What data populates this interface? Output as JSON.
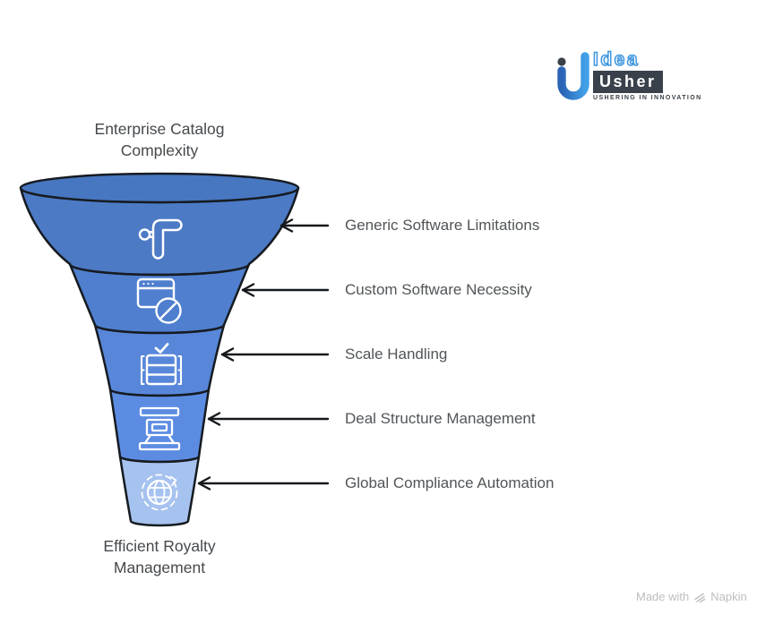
{
  "title": {
    "line1": "Enterprise Catalog",
    "line2": "Complexity"
  },
  "bottom_label": {
    "line1": "Efficient Royalty",
    "line2": "Management"
  },
  "funnel": {
    "outline_color": "#161b21",
    "top_color": "#4877c1",
    "segments": [
      {
        "label": "Generic Software Limitations",
        "icon": "elbow-arrow-icon",
        "color": "#4c7ac5"
      },
      {
        "label": "Custom Software Necessity",
        "icon": "window-blocked-icon",
        "color": "#4f7fce"
      },
      {
        "label": "Scale Handling",
        "icon": "table-check-icon",
        "color": "#5887da"
      },
      {
        "label": "Deal Structure Management",
        "icon": "stamp-structure-icon",
        "color": "#5c8ce2"
      },
      {
        "label": "Global Compliance Automation",
        "icon": "globe-sync-icon",
        "color": "#a6c2ef"
      }
    ],
    "arrow_color": "#15181c",
    "icon_color": "#ffffff"
  },
  "logo": {
    "brand_top": "Idea",
    "brand_bottom": "Usher",
    "tagline": "USHERING IN INNOVATION",
    "accent_blue": "#3e96de",
    "dark": "#3a414b"
  },
  "credit": {
    "prefix": "Made with",
    "brand": "Napkin"
  }
}
